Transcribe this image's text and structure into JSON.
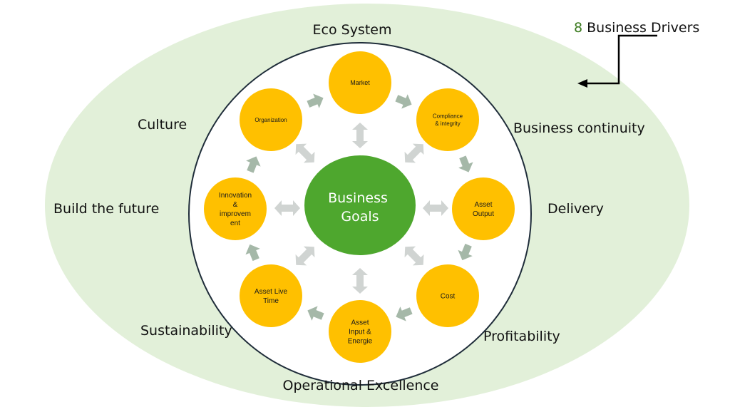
{
  "colors": {
    "outer_ellipse": "#e2f0d9",
    "inner_circle": "#ffffff",
    "inner_circle_stroke": "#1f2d3a",
    "node": "#ffc000",
    "center": "#4ea72e",
    "accent_green": "#3a7a1e",
    "arrow_green": "#a5b8a8",
    "arrow_gray": "#d0d4d2",
    "text": "#111111"
  },
  "legend": {
    "count": "8",
    "label": " Business Drivers"
  },
  "center": {
    "lines": [
      "Business",
      "Goals"
    ]
  },
  "drivers": [
    {
      "label": "Eco System"
    },
    {
      "label": "Business continuity"
    },
    {
      "label": "Delivery"
    },
    {
      "label": "Profitability"
    },
    {
      "label": "Operational Excellence"
    },
    {
      "label": "Sustainability"
    },
    {
      "label": "Build the future"
    },
    {
      "label": "Culture"
    }
  ],
  "nodes": [
    {
      "lines": [
        "Market"
      ]
    },
    {
      "lines": [
        "Compliance",
        "& integrity"
      ]
    },
    {
      "lines": [
        "Asset",
        "Output"
      ]
    },
    {
      "lines": [
        "Cost"
      ]
    },
    {
      "lines": [
        "Asset",
        "Input &",
        "Energie"
      ]
    },
    {
      "lines": [
        "Asset Live",
        "Time"
      ]
    },
    {
      "lines": [
        "Innovation",
        "&",
        "improvem",
        "ent"
      ]
    },
    {
      "lines": [
        "Organization"
      ]
    }
  ],
  "icons": {
    "cycle_arrow": "block-arrow-icon",
    "link_arrow": "double-headed-arrow-icon",
    "legend_arrow": "elbow-arrow-icon"
  }
}
